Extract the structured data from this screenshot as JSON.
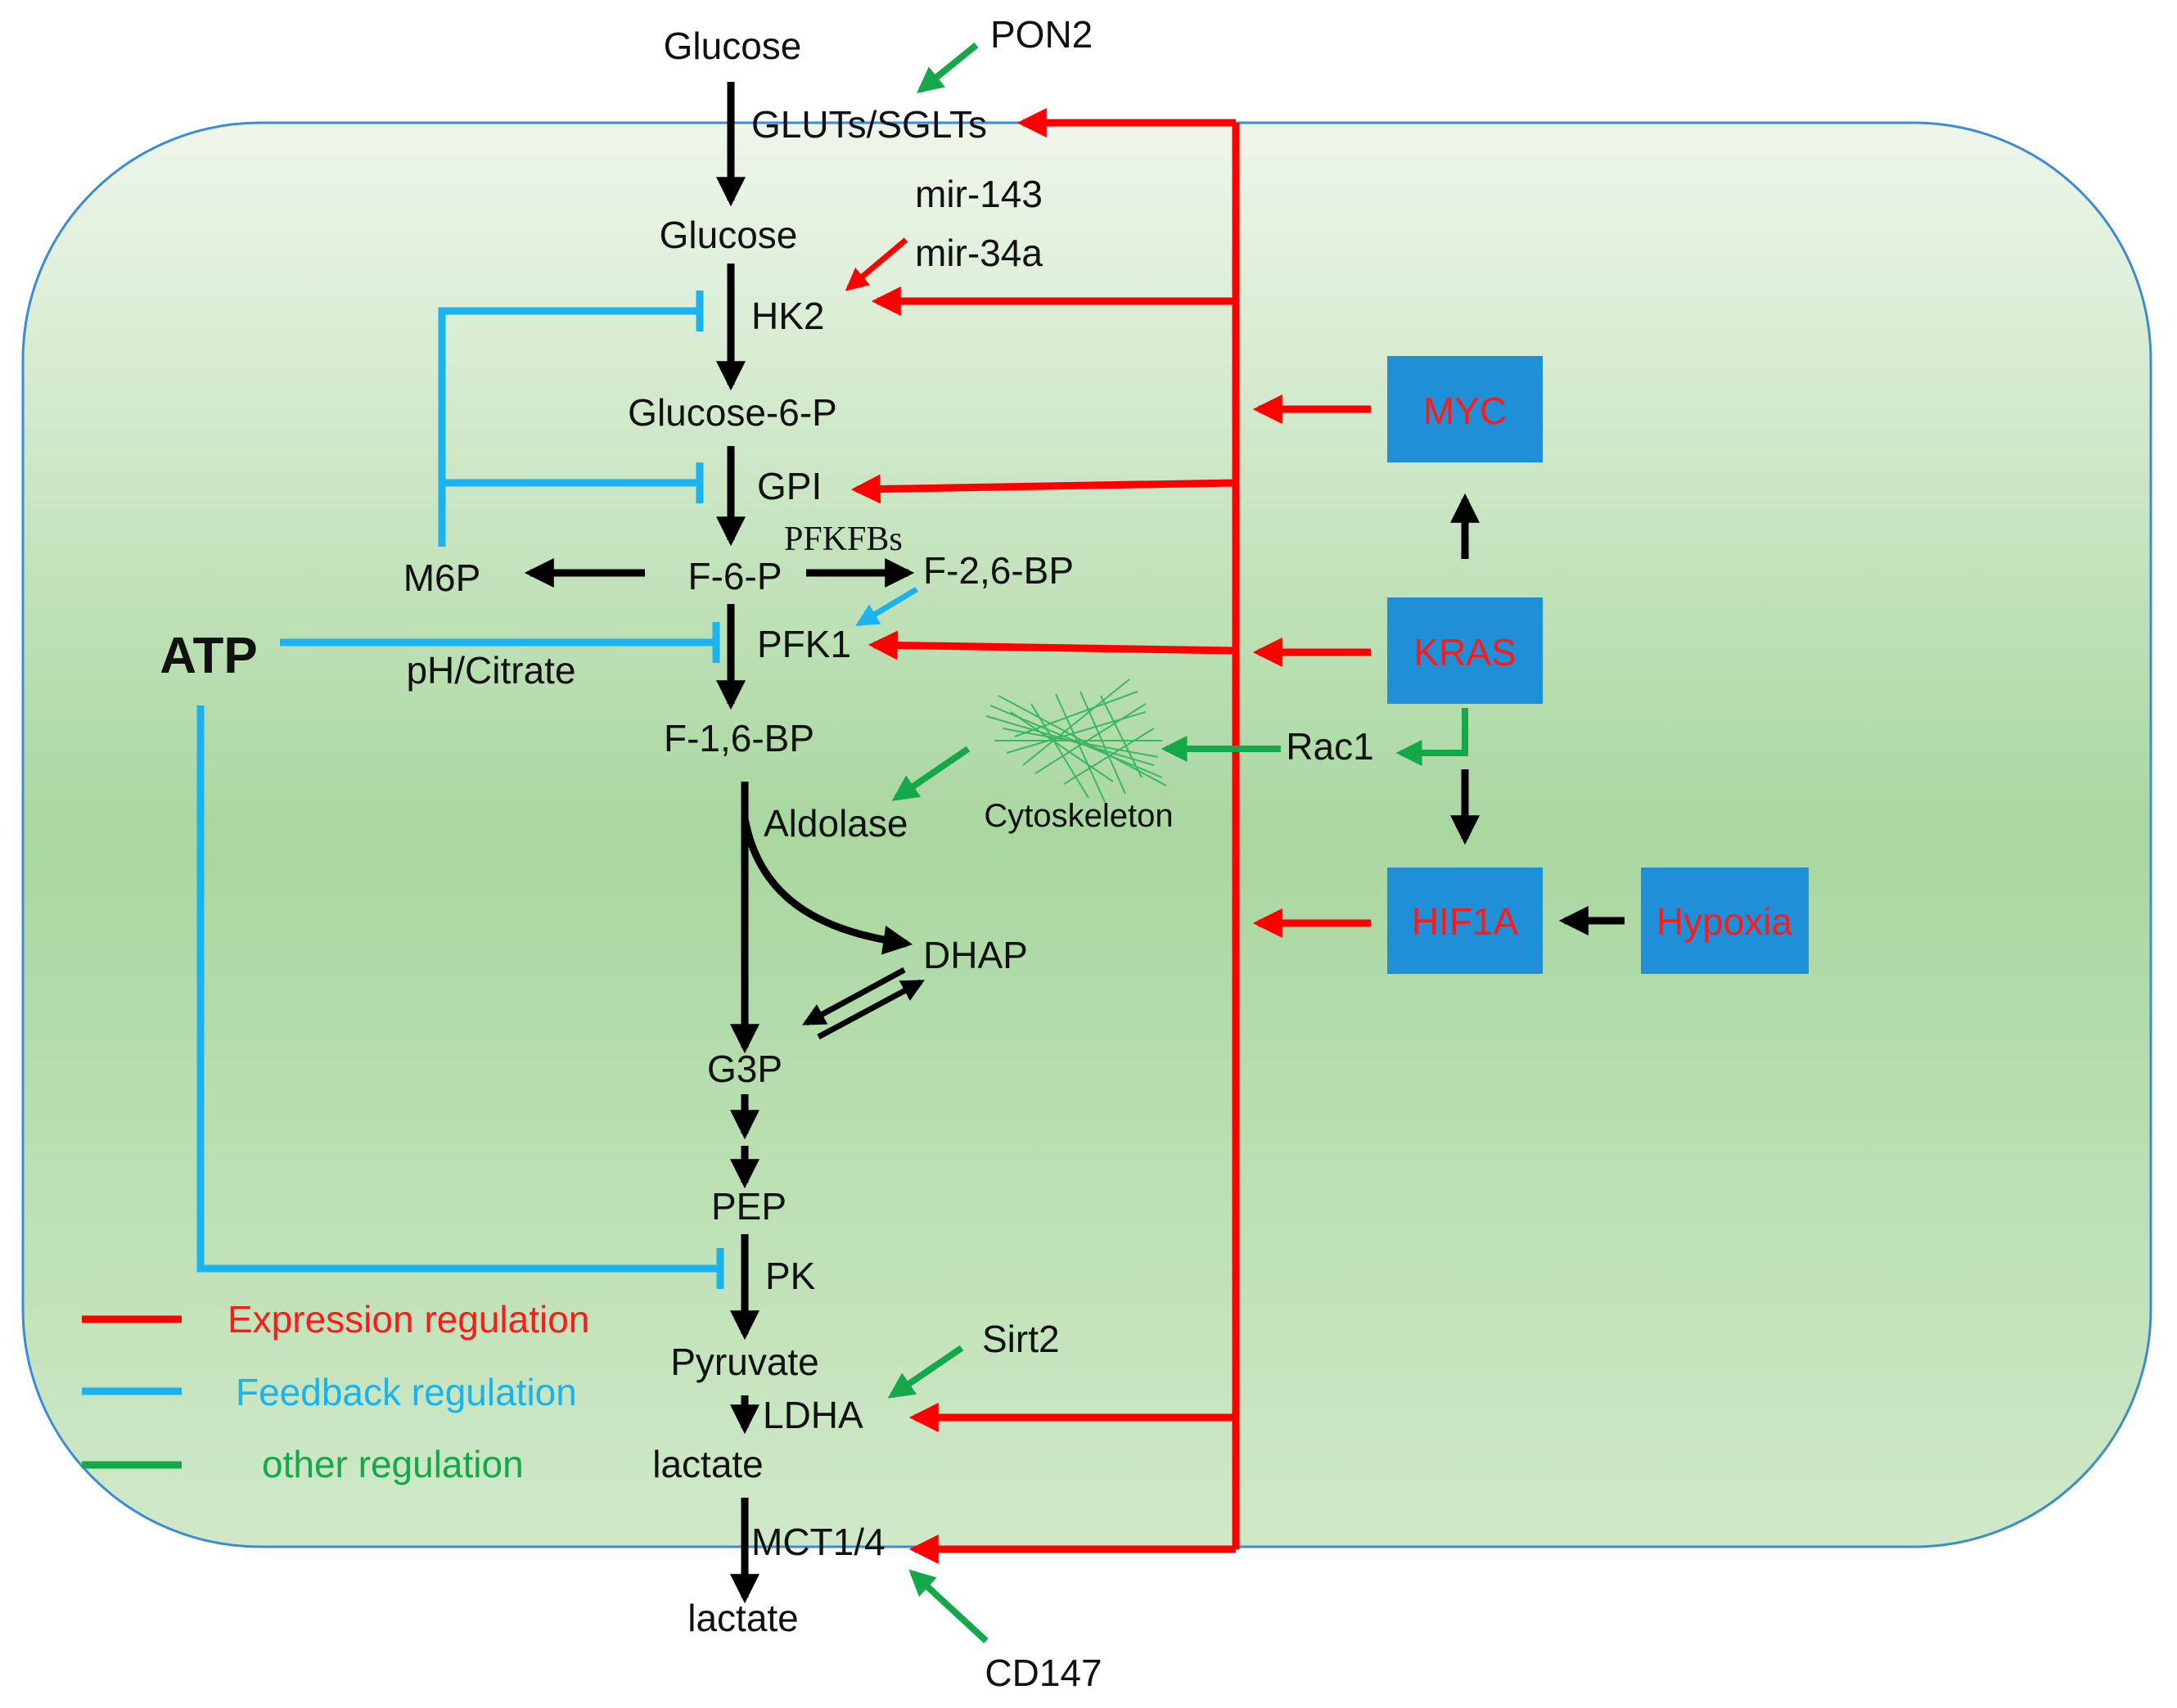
{
  "colors": {
    "expression": "#ff0000",
    "feedback": "#1ab2ef",
    "other": "#14a84a",
    "flow": "#000000",
    "box_fill": "#1f8fd8",
    "box_text": "#ff1a1a",
    "cell_top": "#e8f3e4",
    "cell_mid": "#a9d7a0"
  },
  "nodes": {
    "glucose_out": "Glucose",
    "pon2": "PON2",
    "gluts": "GLUTs/SGLTs",
    "glucose_in": "Glucose",
    "mir143": "mir-143",
    "mir34a": "mir-34a",
    "hk2": "HK2",
    "g6p": "Glucose-6-P",
    "gpi": "GPI",
    "m6p": "M6P",
    "f6p": "F-6-P",
    "pfkfbs": "PFKFBs",
    "f26bp": "F-2,6-BP",
    "atp": "ATP",
    "pfk1": "PFK1",
    "ph_citrate": "pH/Citrate",
    "f16bp": "F-1,6-BP",
    "aldolase": "Aldolase",
    "cytoskeleton": "Cytoskeleton",
    "rac1": "Rac1",
    "dhap": "DHAP",
    "g3p": "G3P",
    "pep": "PEP",
    "pk": "PK",
    "pyruvate": "Pyruvate",
    "sirt2": "Sirt2",
    "ldha": "LDHA",
    "lactate_in": "lactate",
    "mct": "MCT1/4",
    "lactate_out": "lactate",
    "cd147": "CD147"
  },
  "boxes": {
    "myc": "MYC",
    "kras": "KRAS",
    "hif1a": "HIF1A",
    "hypoxia": "Hypoxia"
  },
  "legend": {
    "expression": "Expression regulation",
    "feedback": "Feedback regulation",
    "other": "other regulation"
  }
}
